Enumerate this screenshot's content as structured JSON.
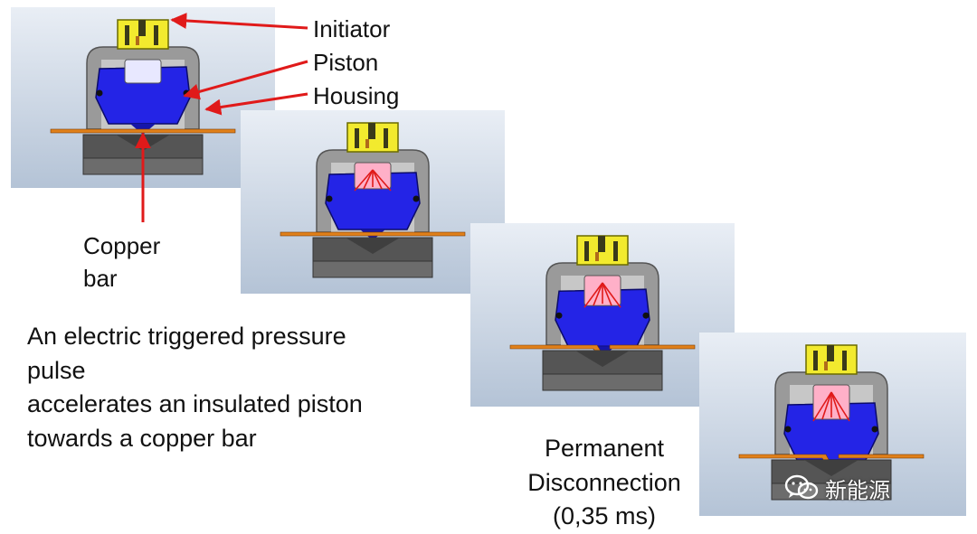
{
  "labels": {
    "initiator": "Initiator",
    "piston": "Piston",
    "housing": "Housing",
    "copper_line1": "Copper",
    "copper_line2": "bar"
  },
  "description": {
    "line1": "An electric triggered pressure",
    "line2": "pulse",
    "line3": "accelerates an insulated piston",
    "line4": "towards a copper bar"
  },
  "result": {
    "line1": "Permanent",
    "line2": "Disconnection",
    "line3": "(0,35 ms)"
  },
  "watermark": {
    "icon": "wechat-icon",
    "text": "新能源"
  },
  "colors": {
    "initiator": "#f2ea2e",
    "piston": "#2424e6",
    "housing": "#9a9a9a",
    "copper_bar": "#e0801a",
    "arrow": "#e01a1a",
    "panel_top": "#e9eef5",
    "panel_bottom": "#b4c3d6"
  },
  "stages": [
    {
      "stage": 1,
      "piston_travel": 0,
      "bar_cut": false
    },
    {
      "stage": 2,
      "piston_travel": 0.25,
      "bar_cut": false
    },
    {
      "stage": 3,
      "piston_travel": 0.6,
      "bar_cut": true
    },
    {
      "stage": 4,
      "piston_travel": 1,
      "bar_cut": true
    }
  ]
}
